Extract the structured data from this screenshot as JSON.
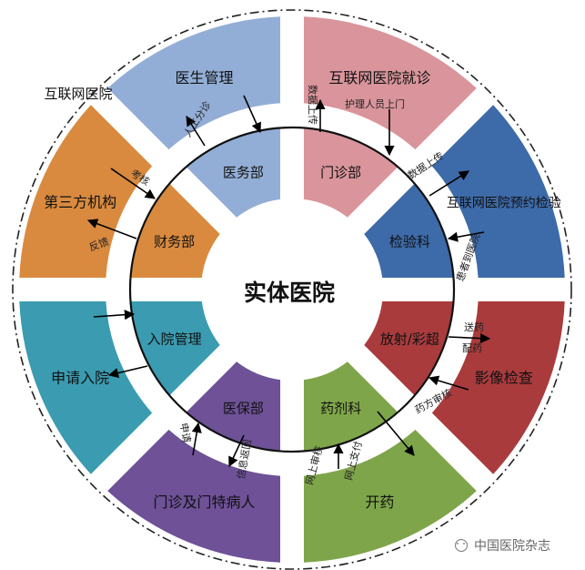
{
  "outer_label": "互联网医院",
  "center_label": "实体医院",
  "watermark": "中国医院杂志",
  "sections": [
    {
      "id": "outpatient",
      "outer": "互联网医院就诊",
      "inner": "门诊部",
      "color": "#d9959b"
    },
    {
      "id": "lab",
      "outer": "互联网医院预约检验",
      "inner": "检验科",
      "color": "#3d6aa8"
    },
    {
      "id": "imaging",
      "outer": "影像检查",
      "inner": "放射/彩超",
      "color": "#a93b3d"
    },
    {
      "id": "pharmacy",
      "outer": "开药",
      "inner": "药剂科",
      "color": "#7fa54a"
    },
    {
      "id": "insurance",
      "outer": "门诊及门特病人",
      "inner": "医保部",
      "color": "#6e5197"
    },
    {
      "id": "admission",
      "outer": "申请入院",
      "inner": "入院管理",
      "color": "#3b9bb0"
    },
    {
      "id": "finance",
      "outer": "第三方机构",
      "inner": "财务部",
      "color": "#d98a3f"
    },
    {
      "id": "medical",
      "outer": "医生管理",
      "inner": "医务部",
      "color": "#93aed6"
    }
  ],
  "flow_labels": {
    "triage": "人工分诊",
    "data_upload": "数据上传",
    "nurse_visit": "护理人员上门",
    "imaging_upload": "数据上传",
    "patient_to_hospital": "患者到医院",
    "deliver": "送药",
    "dispense": "配药",
    "prescription_review": "药方审核",
    "online_review": "网上审核",
    "online_payment": "网上支付",
    "apply": "申请",
    "info_return": "信息返回",
    "assess": "考核",
    "feedback": "反馈"
  }
}
